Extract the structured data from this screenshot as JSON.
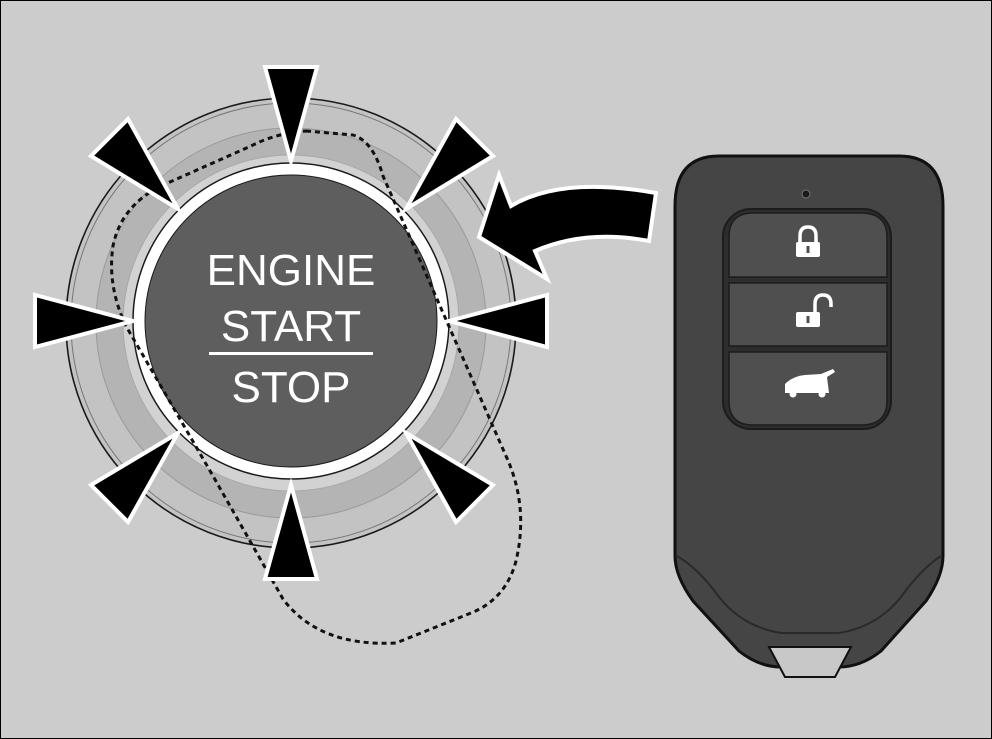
{
  "button": {
    "line1": "ENGINE",
    "line2": "START",
    "line3": "STOP"
  },
  "remote": {
    "buttons": [
      {
        "icon": "lock-icon"
      },
      {
        "icon": "unlock-icon"
      },
      {
        "icon": "tailgate-icon"
      }
    ]
  },
  "colors": {
    "background": "#cccccc",
    "button_face": "#5e5e5e",
    "fob_body": "#454545",
    "arrow": "#000000",
    "outline": "#000000"
  }
}
